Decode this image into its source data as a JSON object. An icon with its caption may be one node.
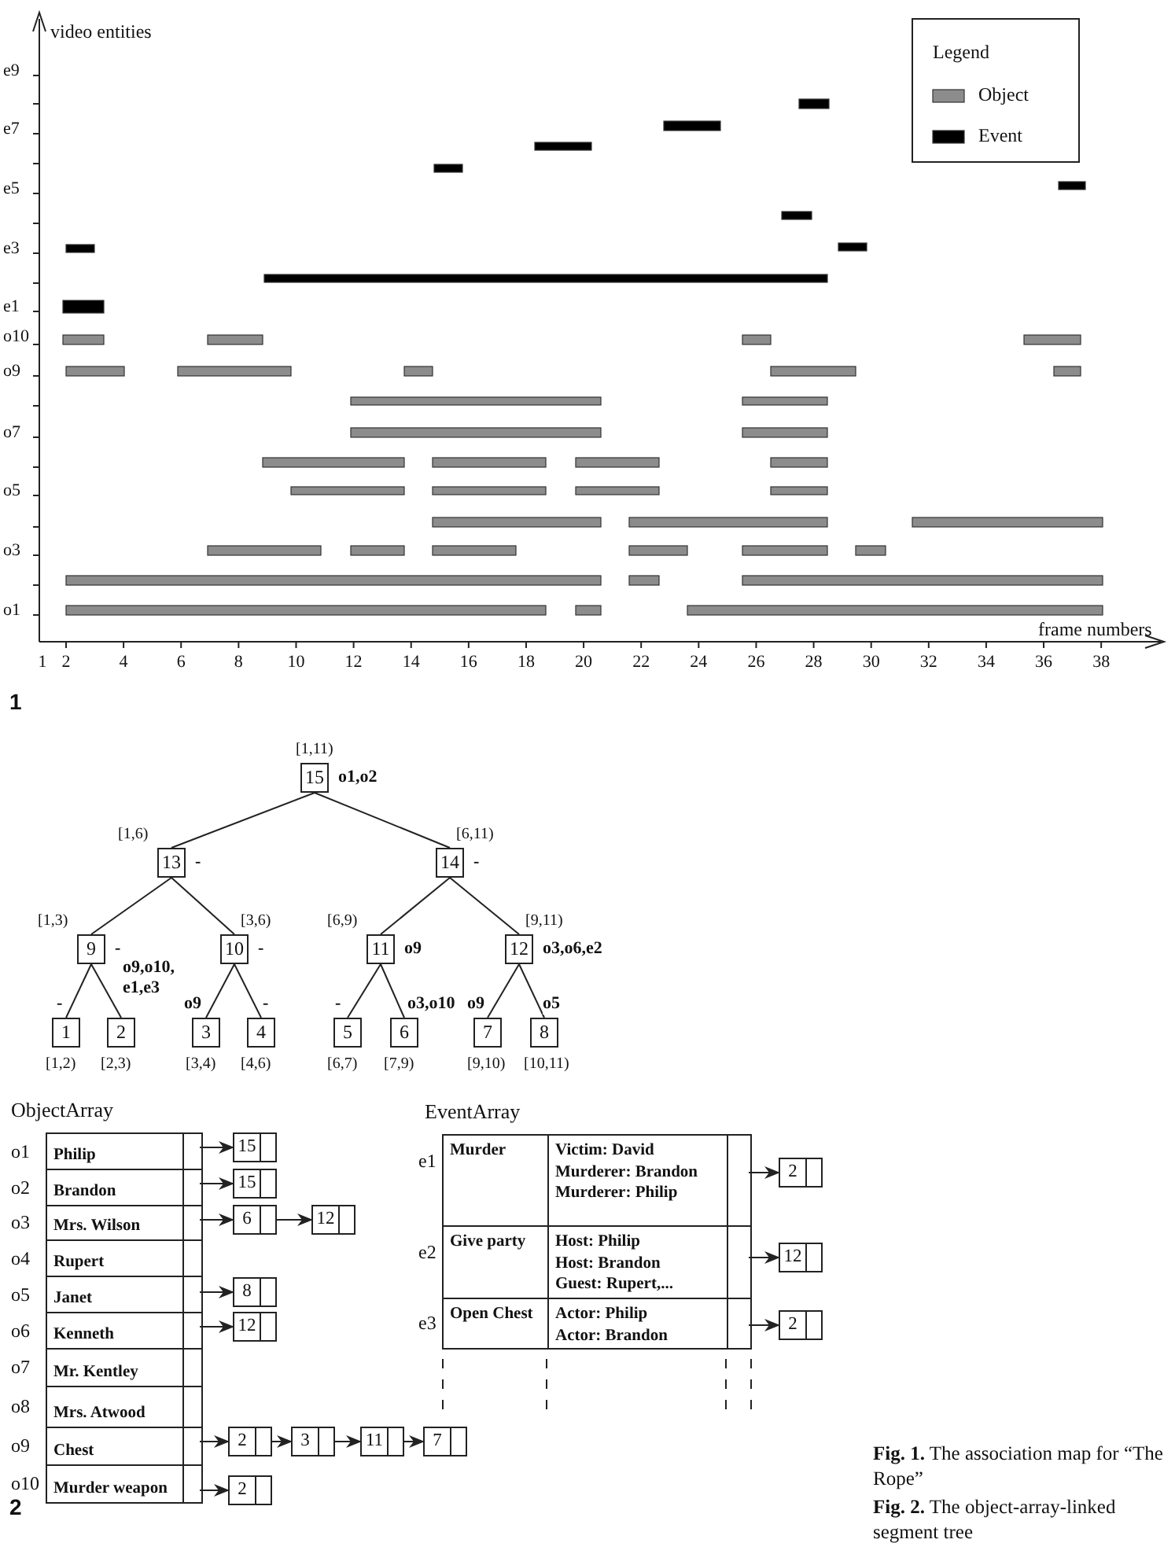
{
  "diagram": {
    "nodes": [
      {
        "text": [
          "15"
        ],
        "beside": [
          "[1,11)",
          "o1,o2"
        ]
      },
      {
        "text": [
          "13"
        ],
        "beside": [
          "[1,6)",
          "-"
        ]
      },
      {
        "text": [
          "14"
        ],
        "beside": [
          "[6,11)",
          "-"
        ]
      },
      {
        "text": [
          "9"
        ],
        "beside": [
          "[1,3)",
          "-"
        ]
      },
      {
        "text": [
          "10"
        ],
        "beside": [
          "[3,6)",
          "-"
        ]
      },
      {
        "text": [
          "11"
        ],
        "beside": [
          "[6,9)",
          "o9"
        ]
      },
      {
        "text": [
          "12"
        ],
        "beside": [
          "[9,11)",
          "o3,o6,e2"
        ]
      },
      {
        "text": [
          "1"
        ],
        "beside": [
          "[1,2)"
        ]
      },
      {
        "text": [
          "2"
        ],
        "beside": [
          "[2,3)"
        ]
      },
      {
        "text": [
          "3"
        ],
        "beside": [
          "[3,4)"
        ]
      },
      {
        "text": [
          "4"
        ],
        "beside": [
          "[4,6)"
        ]
      },
      {
        "text": [
          "5"
        ],
        "beside": [
          "[6,7)"
        ]
      },
      {
        "text": [
          "6"
        ],
        "beside": [
          "[7,9)"
        ]
      },
      {
        "text": [
          "7"
        ],
        "beside": [
          "[9,10)"
        ]
      },
      {
        "text": [
          "8"
        ],
        "beside": [
          "[10,11)"
        ]
      },
      {
        "text": [
          "ObjectArray"
        ]
      },
      {
        "text": [
          "Philip"
        ],
        "beside": [
          "o1"
        ],
        "in": 15
      },
      {
        "text": [
          "Brandon"
        ],
        "beside": [
          "o2"
        ],
        "in": 15
      },
      {
        "text": [
          "Mrs. Wilson"
        ],
        "beside": [
          "o3"
        ],
        "in": 15
      },
      {
        "text": [
          "Rupert"
        ],
        "beside": [
          "o4"
        ],
        "in": 15
      },
      {
        "text": [
          "Janet"
        ],
        "beside": [
          "o5"
        ],
        "in": 15
      },
      {
        "text": [
          "Kenneth"
        ],
        "beside": [
          "o6"
        ],
        "in": 15
      },
      {
        "text": [
          "Mr. Kentley"
        ],
        "beside": [
          "o7"
        ],
        "in": 15
      },
      {
        "text": [
          "Mrs. Atwood"
        ],
        "beside": [
          "o8"
        ],
        "in": 15
      },
      {
        "text": [
          "Chest"
        ],
        "beside": [
          "o9"
        ],
        "in": 15
      },
      {
        "text": [
          "Murder weapon"
        ],
        "beside": [
          "o10"
        ],
        "in": 15
      },
      {
        "text": [
          "EventArray"
        ]
      },
      {
        "text": [
          "Murder",
          "Victim: David",
          "Murderer: Brandon",
          "Murderer: Philip"
        ],
        "beside": [
          "e1"
        ],
        "in": 26
      },
      {
        "text": [
          "Give party",
          "Host: Philip",
          "Host: Brandon",
          "Guest: Rupert,..."
        ],
        "beside": [
          "e2"
        ],
        "in": 26
      },
      {
        "text": [
          "Open Chest",
          "Actor: Philip",
          "Actor: Brandon"
        ],
        "beside": [
          "e3"
        ],
        "in": 26
      },
      {
        "text": [
          "15"
        ]
      },
      {
        "text": [
          "15"
        ]
      },
      {
        "text": [
          "6"
        ]
      },
      {
        "text": [
          "12"
        ]
      },
      {
        "text": [
          "8"
        ]
      },
      {
        "text": [
          "12"
        ]
      },
      {
        "text": [
          "2"
        ]
      },
      {
        "text": [
          "3"
        ]
      },
      {
        "text": [
          "11"
        ]
      },
      {
        "text": [
          "7"
        ]
      },
      {
        "text": [
          "2"
        ]
      },
      {
        "text": [
          "2"
        ]
      },
      {
        "text": [
          "12"
        ]
      },
      {
        "text": [
          "2"
        ]
      }
    ],
    "edges": [
      {
        "from": 0,
        "to": 1,
        "arrow": "none"
      },
      {
        "from": 0,
        "to": 2,
        "arrow": "none"
      },
      {
        "from": 1,
        "to": 3,
        "arrow": "none"
      },
      {
        "from": 1,
        "to": 4,
        "arrow": "none"
      },
      {
        "from": 2,
        "to": 5,
        "arrow": "none"
      },
      {
        "from": 2,
        "to": 6,
        "arrow": "none"
      },
      {
        "from": 3,
        "to": 7,
        "arrow": "none",
        "label": "-"
      },
      {
        "from": 3,
        "to": 8,
        "arrow": "none",
        "label": "o9,o10, e1,e3"
      },
      {
        "from": 4,
        "to": 9,
        "arrow": "none",
        "label": "o9"
      },
      {
        "from": 4,
        "to": 10,
        "arrow": "none",
        "label": "-"
      },
      {
        "from": 5,
        "to": 11,
        "arrow": "none",
        "label": "-"
      },
      {
        "from": 5,
        "to": 12,
        "arrow": "none",
        "label": "o3,o10"
      },
      {
        "from": 6,
        "to": 13,
        "arrow": "none",
        "label": "o9"
      },
      {
        "from": 6,
        "to": 14,
        "arrow": "none",
        "label": "o5"
      },
      {
        "from": 16,
        "to": 30,
        "arrow": "to"
      },
      {
        "from": 17,
        "to": 31,
        "arrow": "to"
      },
      {
        "from": 18,
        "to": 32,
        "arrow": "to"
      },
      {
        "from": 32,
        "to": 33,
        "arrow": "to"
      },
      {
        "from": 20,
        "to": 34,
        "arrow": "to"
      },
      {
        "from": 21,
        "to": 35,
        "arrow": "to"
      },
      {
        "from": 24,
        "to": 36,
        "arrow": "to"
      },
      {
        "from": 36,
        "to": 37,
        "arrow": "to"
      },
      {
        "from": 37,
        "to": 38,
        "arrow": "to"
      },
      {
        "from": 38,
        "to": 39,
        "arrow": "to"
      },
      {
        "from": 25,
        "to": 40,
        "arrow": "to"
      },
      {
        "from": 27,
        "to": 41,
        "arrow": "to"
      },
      {
        "from": 28,
        "to": 42,
        "arrow": "to"
      },
      {
        "from": 29,
        "to": 43,
        "arrow": "to"
      }
    ],
    "labels": [
      "video entities",
      "e9",
      "e7",
      "e5",
      "e3",
      "e1",
      "o10",
      "o9",
      "o7",
      "o5",
      "o3",
      "o1",
      "frame numbers",
      "1",
      "2",
      "4",
      "6",
      "8",
      "10",
      "12",
      "14",
      "16",
      "18",
      "20",
      "22",
      "24",
      "26",
      "28",
      "30",
      "32",
      "34",
      "36",
      "38",
      "1",
      "Legend",
      "2",
      "**Fig. 1.** The association map for “The Rope”",
      "**Fig. 2.** The object-array-linked segment tree"
    ],
    "legend": [
      {
        "text": "Object",
        "color": "#8c8c8c"
      },
      {
        "text": "Event",
        "color": "#000000"
      }
    ]
  }
}
